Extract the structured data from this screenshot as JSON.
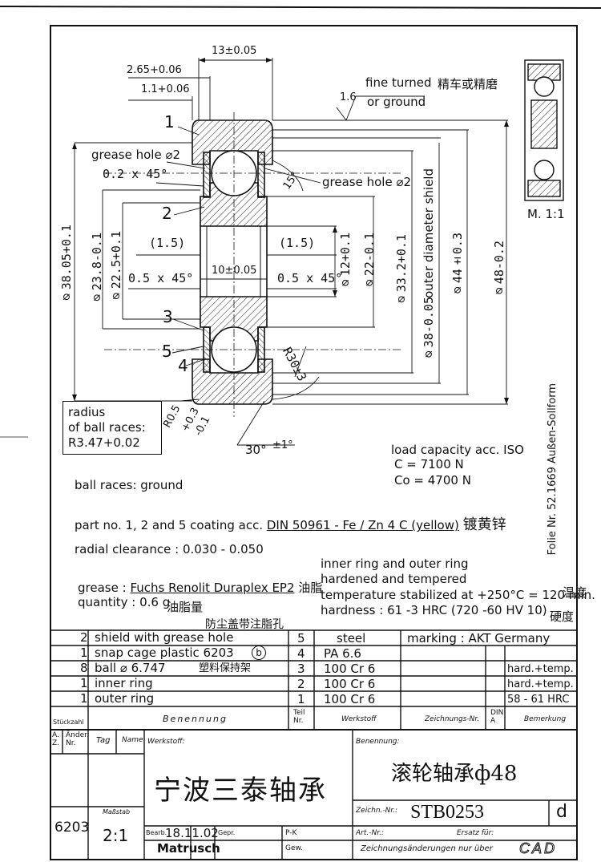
{
  "dims": {
    "width_13": "13±0.05",
    "d265": "2.65+0.06",
    "d11": "1.1+0.06",
    "grease_hole_left": "grease hole ⌀2",
    "chamfer_02": "0.2 x 45°",
    "angle_15": "15°",
    "grease_hole_right": "grease hole ⌀2",
    "d38_05": "⌀38.05+0.1",
    "d23_8": "⌀23.8-0.1",
    "d22_5": "⌀22.5+0.1",
    "p15_left": "(1.5)",
    "p15_right": "(1.5)",
    "d10": "10±0.05",
    "ch05_left": "0.5 x 45°",
    "ch05_right": "0.5 x 45°",
    "d12": "⌀12+0.1",
    "d22": "⌀22-0.1",
    "d33_2": "⌀33.2+0.1",
    "outer_shield": "outer diameter shield",
    "d38_005": "⌀38-0.05",
    "d44": "⌀44±0.3",
    "d48": "⌀48-0.2",
    "r30": "R30±3",
    "r05": "R0.5",
    "r05_tol1": "+0.3",
    "r05_tol2": "-0.1",
    "angle_30": "30°",
    "angle_30_tol": "±1°",
    "scale_small": "M. 1:1"
  },
  "callouts": [
    "1",
    "2",
    "3",
    "5",
    "4"
  ],
  "surface": {
    "roughness": "1.6",
    "fine_turned": "fine turned",
    "or_ground": "or ground",
    "cn_note": "精车或精磨"
  },
  "radius_box": {
    "line1": "radius",
    "line2": "of ball races:",
    "line3": "R3.47+0.02"
  },
  "load": {
    "title": "load capacity acc. ISO",
    "c": "C   = 7100 N",
    "co": "Co = 4700 N"
  },
  "side_label": "Folie Nr. 52.1669 Außen-Sollform",
  "notes": {
    "ball_races": "ball races: ground",
    "coating_prefix": "part no. 1, 2 and 5  coating acc.",
    "coating_spec": "DIN 50961 - Fe / Zn 4 C (yellow)",
    "coating_cn": "镀黄锌",
    "clearance": "radial clearance :  0.030 - 0.050",
    "grease_prefix": "grease :",
    "grease_name": "Fuchs Renolit Duraplex EP2",
    "grease_cn": "油脂",
    "quantity": "quantity : 0.6 g",
    "quantity_cn": "油脂量",
    "ring_1": "inner ring and outer ring",
    "ring_2": "hardened and tempered",
    "ring_3": "temperature stabilized at +250°C = 120 min.",
    "ring_3_cn": "温度",
    "ring_4": "hardness :  61 -3 HRC   (720 -60  HV 10)",
    "ring_4_cn": "硬度",
    "shield_cn": "防尘盖带注脂孔",
    "cage_cn": "塑料保持架"
  },
  "parts": [
    {
      "qty": "2",
      "name": "shield with grease hole",
      "no": "5",
      "material": "steel",
      "remark": ""
    },
    {
      "qty": "1",
      "name": "snap cage plastic  6203",
      "no": "4",
      "material": "PA 6.6",
      "remark": ""
    },
    {
      "qty": "8",
      "name": "ball  ⌀ 6.747",
      "no": "3",
      "material": "100 Cr 6",
      "remark": "hard.+temp."
    },
    {
      "qty": "1",
      "name": "inner ring",
      "no": "2",
      "material": "100 Cr 6",
      "remark": "hard.+temp."
    },
    {
      "qty": "1",
      "name": "outer ring",
      "no": "1",
      "material": "100 Cr 6",
      "remark": "58 - 61 HRC"
    }
  ],
  "marking": "marking :  AKT  Germany",
  "cage_mark": "b",
  "headers": {
    "stueckzahl": "Stückzahl",
    "benennung": "Benennung",
    "teil_nr": "Teil Nr.",
    "werkstoff": "Werkstoff",
    "zeichnungs_nr": "Zeichnungs-Nr.",
    "din": "DIN A",
    "bemerkung": "Bemerkung"
  },
  "title_block": {
    "a_z": "A. Z.",
    "aender_nr": "Änder. Nr.",
    "tag": "Tag",
    "name": "Name",
    "werkstoff_label": "Werkstoff:",
    "benennung_label": "Benennung:",
    "company": "宁波三泰轴承",
    "product": "滚轮轴承ф48",
    "zeichn_nr_label": "Zeichn.-Nr.:",
    "drawing_no": "STB0253",
    "sheet": "d",
    "bearing_type": "6203",
    "massstab_label": "Maßstab",
    "scale": "2:1",
    "bearb_label": "Bearb.",
    "date": "18.11.02",
    "gepr_label": "Gepr.",
    "pk_label": "P-K",
    "drawn_by": "Matrusch",
    "gew_label": "Gew.",
    "art_nr_label": "Art.-Nr.:",
    "ersatz_label": "Ersatz für:",
    "change_note": "Zeichnungsänderungen nur über",
    "cad": "CAD"
  }
}
